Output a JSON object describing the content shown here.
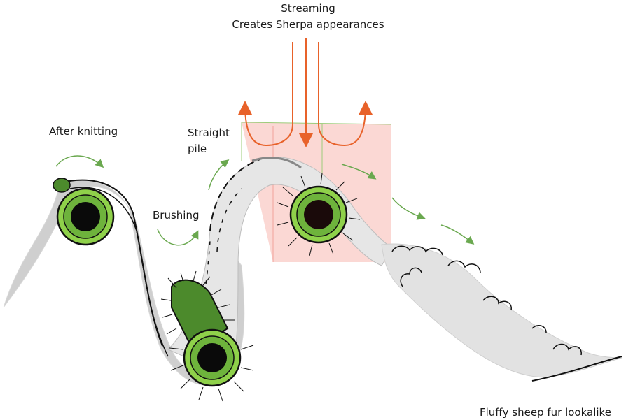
{
  "labels": {
    "streaming": "Streaming",
    "sherpa": "Creates Sherpa appearances",
    "after_knitting": "After knitting",
    "straight_pile_line1": "Straight",
    "straight_pile_line2": "pile",
    "brushing": "Brushing",
    "fluffy": "Fluffy sheep fur lookalike"
  },
  "colors": {
    "roller_green": "#8fd14a",
    "roller_dark_green": "#4c8a2c",
    "roller_core": "#0a0a0a",
    "process_arrow": "#6aa84f",
    "stream_arrow": "#e8622a",
    "stream_box": "#f7b8b0",
    "fabric_gray": "#c8c8c8",
    "fur_light": "#ececec"
  },
  "icons": {
    "roller": "roller-icon",
    "process_arrow": "curved-arrow-icon",
    "stream_arrow": "down-arrow-icon"
  }
}
